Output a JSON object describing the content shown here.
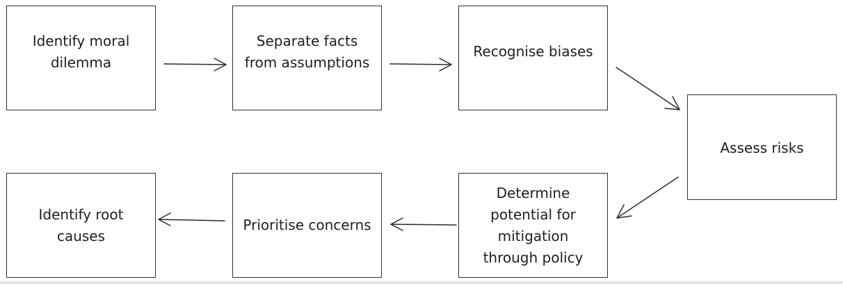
{
  "nodes": [
    {
      "id": "identify-moral-dilemma",
      "label": "Identify moral\ndilemma"
    },
    {
      "id": "separate-facts",
      "label": "Separate facts\nfrom assumptions"
    },
    {
      "id": "recognise-biases",
      "label": "Recognise  biases"
    },
    {
      "id": "assess-risks",
      "label": "Assess risks"
    },
    {
      "id": "determine-potential",
      "label": "Determine\npotential for\nmitigation\nthrough policy"
    },
    {
      "id": "prioritise-concerns",
      "label": "Prioritise concerns"
    },
    {
      "id": "identify-root-causes",
      "label": "Identify root\ncauses"
    }
  ],
  "edges": [
    {
      "from": "identify-moral-dilemma",
      "to": "separate-facts"
    },
    {
      "from": "separate-facts",
      "to": "recognise-biases"
    },
    {
      "from": "recognise-biases",
      "to": "assess-risks"
    },
    {
      "from": "assess-risks",
      "to": "determine-potential"
    },
    {
      "from": "determine-potential",
      "to": "prioritise-concerns"
    },
    {
      "from": "prioritise-concerns",
      "to": "identify-root-causes"
    }
  ],
  "colors": {
    "stroke": "#2f2f2f",
    "text": "#1e1e1e",
    "background": "#ffffff"
  }
}
